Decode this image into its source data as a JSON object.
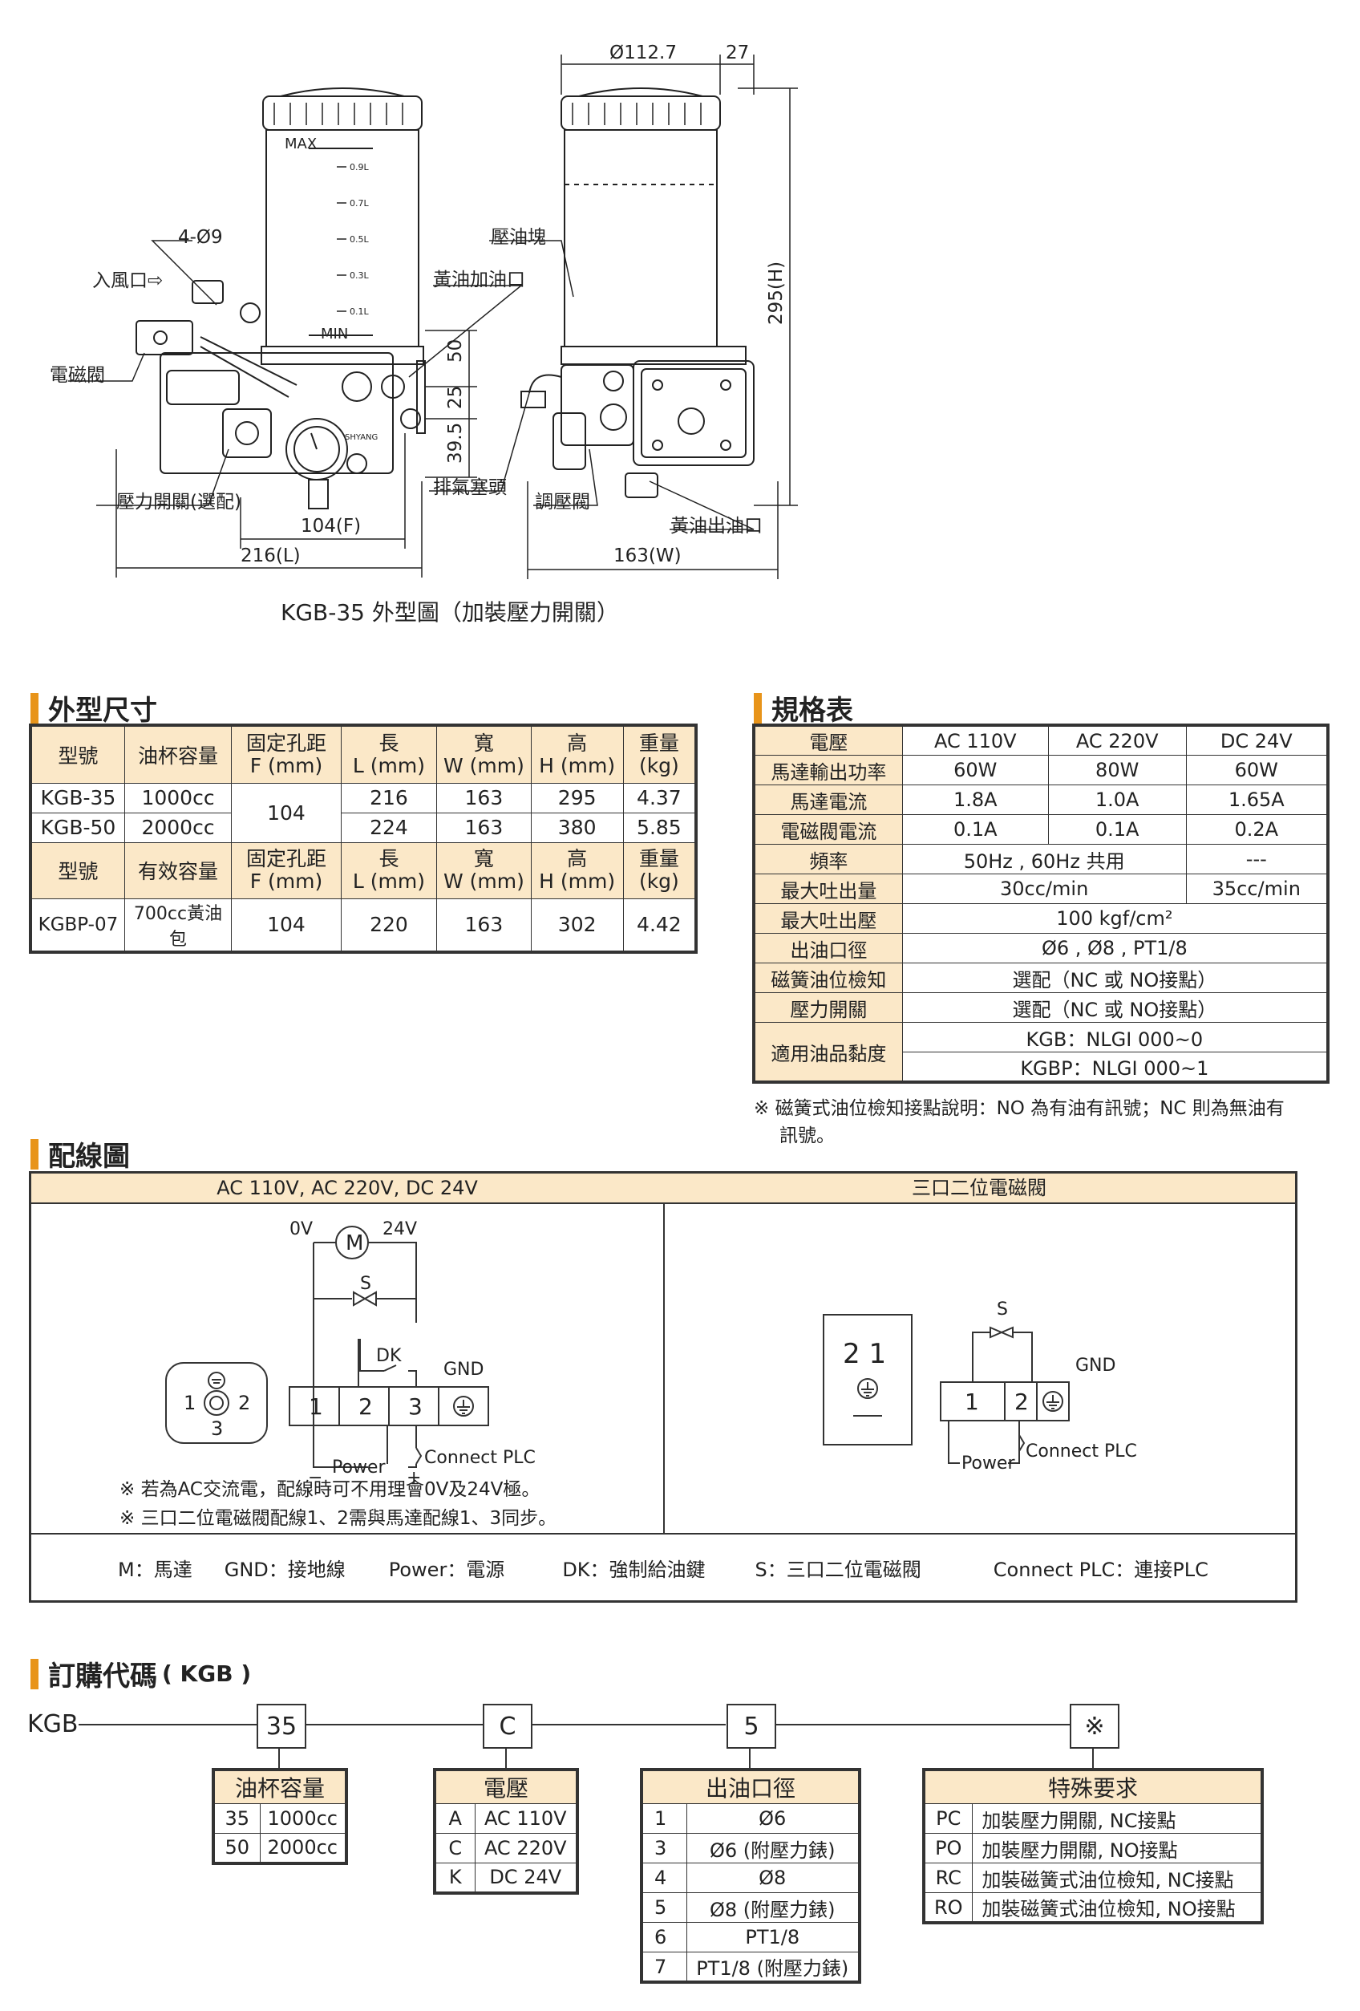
{
  "drawing": {
    "caption": "KGB-35 外型圖（加裝壓力開關）",
    "labels": {
      "holes": "4-Ø9",
      "air_inlet": "入風口⇨",
      "solenoid": "電磁閥",
      "pressure_switch": "壓力開關(選配)",
      "grease_inlet": "黃油加油口",
      "oil_block": "壓油塊",
      "vent_plug": "排氣塞頭",
      "regulator": "調壓閥",
      "grease_outlet": "黃油出油口",
      "max": "MAX",
      "min": "MIN",
      "brand": "SHYANG"
    },
    "scale": [
      "0.9L",
      "0.7L",
      "0.5L",
      "0.3L",
      "0.1L"
    ],
    "dims": {
      "f": "104(F)",
      "l": "216(L)",
      "w": "163(W)",
      "h": "295(H)",
      "dia": "Ø112.7",
      "offset": "27",
      "v50": "50",
      "v25": "25",
      "v395": "39.5"
    }
  },
  "dimensions": {
    "title": "外型尺寸",
    "head1": [
      "型號",
      "油杯容量",
      "固定孔距\nF (mm)",
      "長\nL (mm)",
      "寬\nW (mm)",
      "高\nH (mm)",
      "重量\n(kg)"
    ],
    "rows1": [
      {
        "model": "KGB-35",
        "cap": "1000cc",
        "f": "104",
        "l": "216",
        "w": "163",
        "h": "295",
        "kg": "4.37"
      },
      {
        "model": "KGB-50",
        "cap": "2000cc",
        "l": "224",
        "w": "163",
        "h": "380",
        "kg": "5.85"
      }
    ],
    "head2": [
      "型號",
      "有效容量",
      "固定孔距\nF (mm)",
      "長\nL (mm)",
      "寬\nW (mm)",
      "高\nH (mm)",
      "重量\n(kg)"
    ],
    "rows2": [
      {
        "model": "KGBP-07",
        "cap": "700cc黃油包",
        "f": "104",
        "l": "220",
        "w": "163",
        "h": "302",
        "kg": "4.42"
      }
    ]
  },
  "specs": {
    "title": "規格表",
    "head": [
      "電壓",
      "AC 110V",
      "AC 220V",
      "DC 24V"
    ],
    "motor_power": [
      "馬達輸出功率",
      "60W",
      "80W",
      "60W"
    ],
    "motor_current": [
      "馬達電流",
      "1.8A",
      "1.0A",
      "1.65A"
    ],
    "sol_current": [
      "電磁閥電流",
      "0.1A",
      "0.1A",
      "0.2A"
    ],
    "freq": [
      "頻率",
      "50Hz , 60Hz 共用",
      "---"
    ],
    "max_out": [
      "最大吐出量",
      "30cc/min",
      "35cc/min"
    ],
    "max_press": [
      "最大吐出壓",
      "100 kgf/cm²"
    ],
    "outlet": [
      "出油口徑",
      "Ø6 , Ø8 , PT1/8"
    ],
    "level": [
      "磁簧油位檢知",
      "選配（NC 或 NO接點）"
    ],
    "pswitch": [
      "壓力開關",
      "選配（NC 或 NO接點）"
    ],
    "visc": [
      "適用油品黏度",
      "KGB：NLGI 000~0",
      "KGBP：NLGI 000~1"
    ],
    "note1": "※ 磁簧式油位檢知接點說明：NO 為有油有訊號；NC 則為無油有",
    "note2": "訊號。"
  },
  "wiring": {
    "title": "配線圖",
    "col1": "AC 110V, AC 220V, DC 24V",
    "col2": "三口二位電磁閥",
    "l_0v": "0V",
    "l_24v": "24V",
    "l_m": "M",
    "l_s": "S",
    "l_dk": "DK",
    "l_gnd": "GND",
    "l_plc": "Connect PLC",
    "l_power": "Power",
    "l_minus": "−",
    "l_plus": "+",
    "t1": "1",
    "t2": "2",
    "t3": "3",
    "plug_1": "1",
    "plug_2": "2",
    "plug_3": "3",
    "plug_21": "2  1",
    "note1": "※ 若為AC交流電，配線時可不用理會0V及24V極。",
    "note2": "※ 三口二位電磁閥配線1、2需與馬達配線1、3同步。",
    "legend": [
      "M：馬達",
      "GND：接地線",
      "Power：電源",
      "DK：強制給油鍵",
      "S：三口二位電磁閥",
      "Connect PLC：連接PLC"
    ]
  },
  "ordering": {
    "title": "訂購代碼",
    "title_suffix": "( KGB )",
    "prefix": "KGB",
    "codes": [
      "35",
      "C",
      "5",
      "※"
    ],
    "cap": {
      "head": "油杯容量",
      "rows": [
        [
          "35",
          "1000cc"
        ],
        [
          "50",
          "2000cc"
        ]
      ]
    },
    "volt": {
      "head": "電壓",
      "rows": [
        [
          "A",
          "AC 110V"
        ],
        [
          "C",
          "AC 220V"
        ],
        [
          "K",
          "DC 24V"
        ]
      ]
    },
    "outlet": {
      "head": "出油口徑",
      "rows": [
        [
          "1",
          "Ø6"
        ],
        [
          "3",
          "Ø6 (附壓力錶)"
        ],
        [
          "4",
          "Ø8"
        ],
        [
          "5",
          "Ø8 (附壓力錶)"
        ],
        [
          "6",
          "PT1/8"
        ],
        [
          "7",
          "PT1/8 (附壓力錶)"
        ]
      ]
    },
    "special": {
      "head": "特殊要求",
      "rows": [
        [
          "PC",
          "加裝壓力開關, NC接點"
        ],
        [
          "PO",
          "加裝壓力開關, NO接點"
        ],
        [
          "RC",
          "加裝磁簧式油位檢知, NC接點"
        ],
        [
          "RO",
          "加裝磁簧式油位檢知, NO接點"
        ]
      ]
    }
  }
}
